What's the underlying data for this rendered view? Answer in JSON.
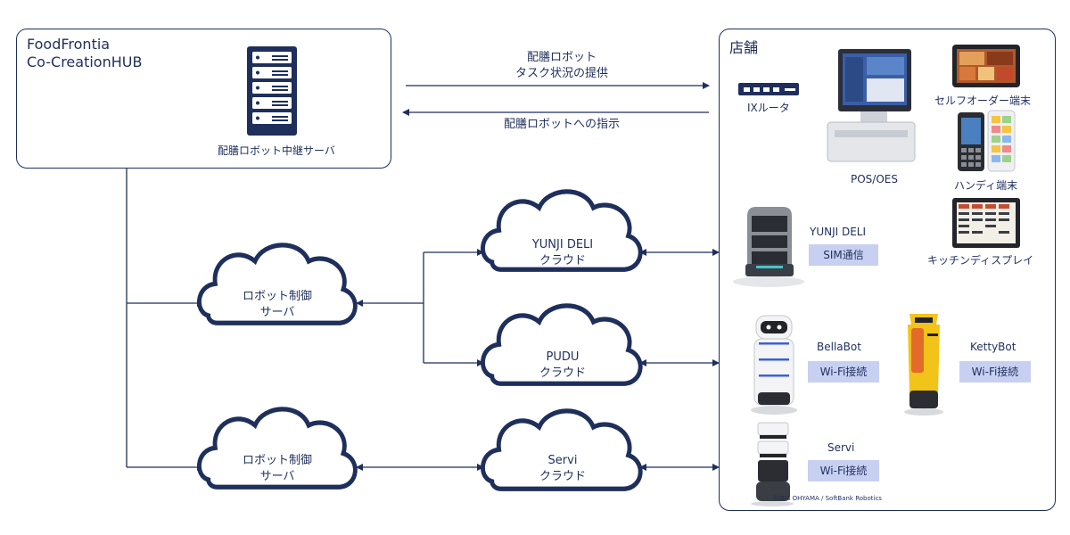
{
  "hub": {
    "title_line1": "FoodFrontia",
    "title_line2": "Co-CreationHUB",
    "server_label": "配膳ロボット中継サーバ"
  },
  "arrows": {
    "top_line1": "配膳ロボット",
    "top_line2": "タスク状況の提供",
    "bottom": "配膳ロボットへの指示"
  },
  "store": {
    "title": "店舗",
    "router": "IXルータ",
    "pos": "POS/OES",
    "self_order": "セルフオーダー端末",
    "handy": "ハンディ端末",
    "kitchen": "キッチンディスプレイ"
  },
  "clouds": {
    "robot_server_line1": "ロボット制御",
    "robot_server_line2": "サーバ",
    "yunji_line1": "YUNJI DELI",
    "yunji_line2": "クラウド",
    "pudu_line1": "PUDU",
    "pudu_line2": "クラウド",
    "servi_line1": "Servi",
    "servi_line2": "クラウド"
  },
  "robots": {
    "yunji_name": "YUNJI DELI",
    "yunji_conn": "SIM通信",
    "bella_name": "BellaBot",
    "bella_conn": "Wi-Fi接続",
    "ketty_name": "KettyBot",
    "ketty_conn": "Wi-Fi接続",
    "servi_name": "Servi",
    "servi_conn": "Wi-Fi接続",
    "credit": "©IRIS OHYAMA / SoftBank Robotics"
  },
  "colors": {
    "line": "#1f2f5c",
    "badge": "#c8d0f2",
    "robot_yellow": "#f2c318"
  }
}
